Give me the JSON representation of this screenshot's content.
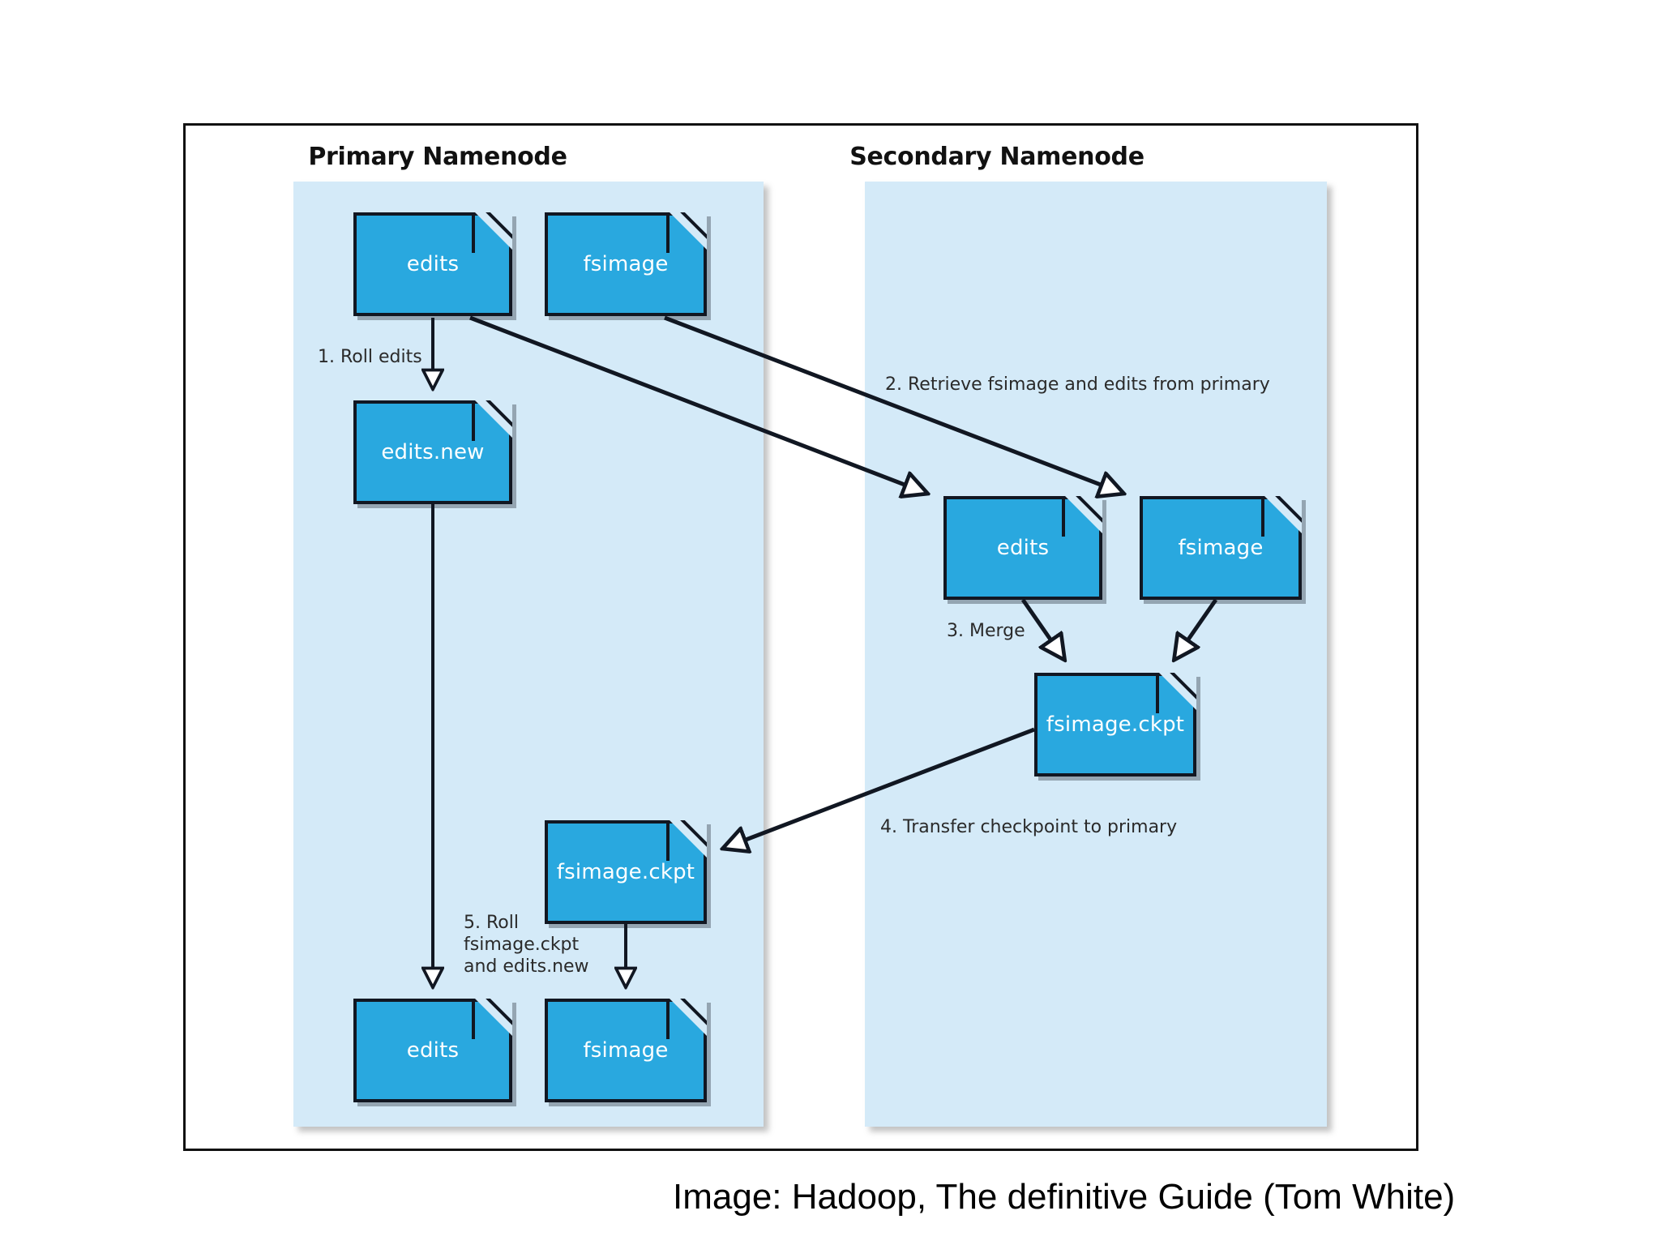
{
  "figure": {
    "columns": [
      {
        "id": "primary",
        "title": "Primary Namenode"
      },
      {
        "id": "secondary",
        "title": "Secondary Namenode"
      }
    ],
    "nodes": {
      "primary_edits": "edits",
      "primary_fsimage": "fsimage",
      "primary_edits_new": "edits.new",
      "primary_fsimage_ckpt": "fsimage.ckpt",
      "primary_edits_final": "edits",
      "primary_fsimage_final": "fsimage",
      "secondary_edits": "edits",
      "secondary_fsimage": "fsimage",
      "secondary_fsimage_ckpt": "fsimage.ckpt"
    },
    "steps": {
      "step1": "1. Roll edits",
      "step2": "2. Retrieve fsimage and edits from primary",
      "step3": "3. Merge",
      "step4": "4. Transfer checkpoint to primary",
      "step5": "5. Roll\nfsimage.ckpt\nand edits.new"
    },
    "caption": "Image: Hadoop, The definitive Guide (Tom White)",
    "colors": {
      "node_fill": "#29a8df",
      "node_stroke": "#111722",
      "panel_fill": "#d4eaf8",
      "fold_fill": "#d4eaf8",
      "frame_stroke": "#111111",
      "label_text": "#2a2a2a",
      "node_text": "#ffffff",
      "page_background": "#ffffff"
    }
  }
}
